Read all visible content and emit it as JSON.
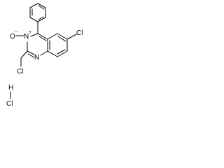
{
  "molecule": {
    "atoms": {
      "n_oxide": "N",
      "n_ring": "N",
      "oxygen": "O",
      "chlorine_aryl": "Cl",
      "chlorine_methyl": "Cl",
      "hydrochloride_h": "H",
      "hydrochloride_cl": "Cl"
    },
    "charges": {
      "n_oxide_charge": "+",
      "oxygen_charge": "−"
    }
  }
}
